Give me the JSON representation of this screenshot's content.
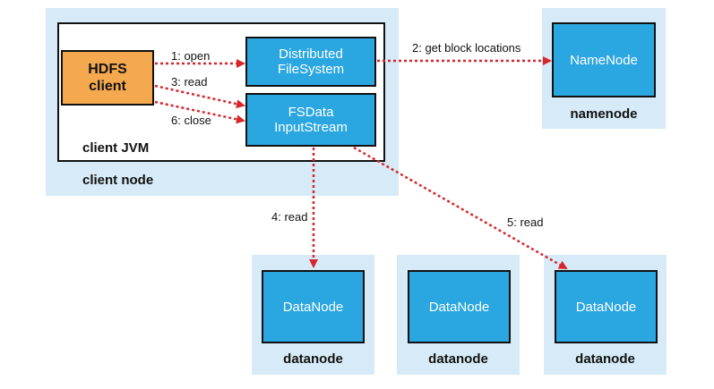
{
  "client_node": {
    "label": "client node",
    "jvm": {
      "label": "client JVM",
      "hdfs_client": "HDFS\nclient",
      "distributed_fs": "Distributed\nFileSystem",
      "fsdata_inputstream": "FSData\nInputStream"
    }
  },
  "namenode": {
    "inner": "NameNode",
    "label": "namenode"
  },
  "datanodes": [
    {
      "inner": "DataNode",
      "label": "datanode"
    },
    {
      "inner": "DataNode",
      "label": "datanode"
    },
    {
      "inner": "DataNode",
      "label": "datanode"
    }
  ],
  "edges": {
    "open": "1: open",
    "get_block_locations": "2: get block locations",
    "read_3": "3: read",
    "read_4": "4: read",
    "read_5": "5: read",
    "close": "6: close"
  },
  "colors": {
    "node_background": "#d6ebf7",
    "component_blue": "#2aa6e0",
    "client_orange": "#f5a94f",
    "arrow_red": "#d7262b"
  }
}
